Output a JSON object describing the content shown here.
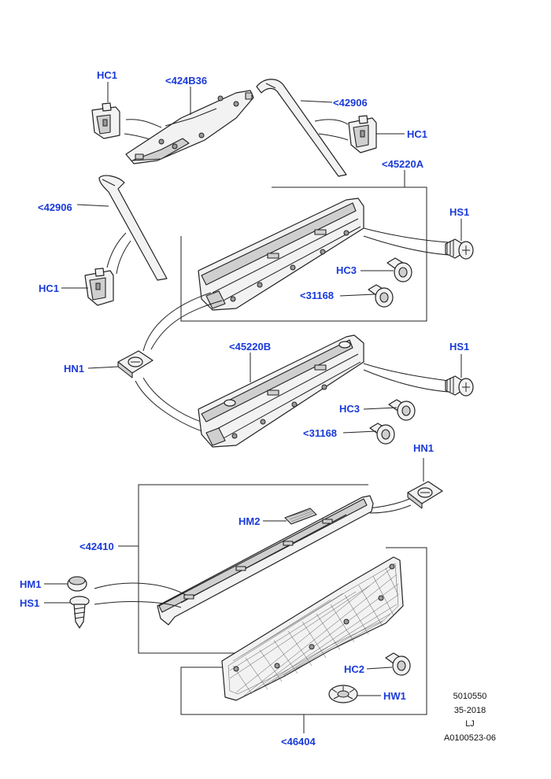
{
  "callouts": {
    "hc1_top": "HC1",
    "p424b36": "<424B36",
    "p42906_top": "<42906",
    "hc1_right": "HC1",
    "p45220a": "<45220A",
    "p42906_left": "<42906",
    "hs1_a": "HS1",
    "hc3_a": "HC3",
    "p31168_a": "<31168",
    "hc1_left": "HC1",
    "hn1_left": "HN1",
    "p45220b": "<45220B",
    "hs1_b": "HS1",
    "hc3_b": "HC3",
    "p31168_b": "<31168",
    "hn1_right": "HN1",
    "hm2": "HM2",
    "p42410": "<42410",
    "hm1": "HM1",
    "hs1_c": "HS1",
    "hc2": "HC2",
    "hw1": "HW1",
    "p46404": "<46404"
  },
  "reference": {
    "line1": "5010550",
    "line2": "35-2018",
    "line3": "LJ",
    "line4": "A0100523-06"
  },
  "colors": {
    "callout": "#1a3ad8",
    "line": "#222222",
    "part_fill": "#f2f2f2"
  }
}
